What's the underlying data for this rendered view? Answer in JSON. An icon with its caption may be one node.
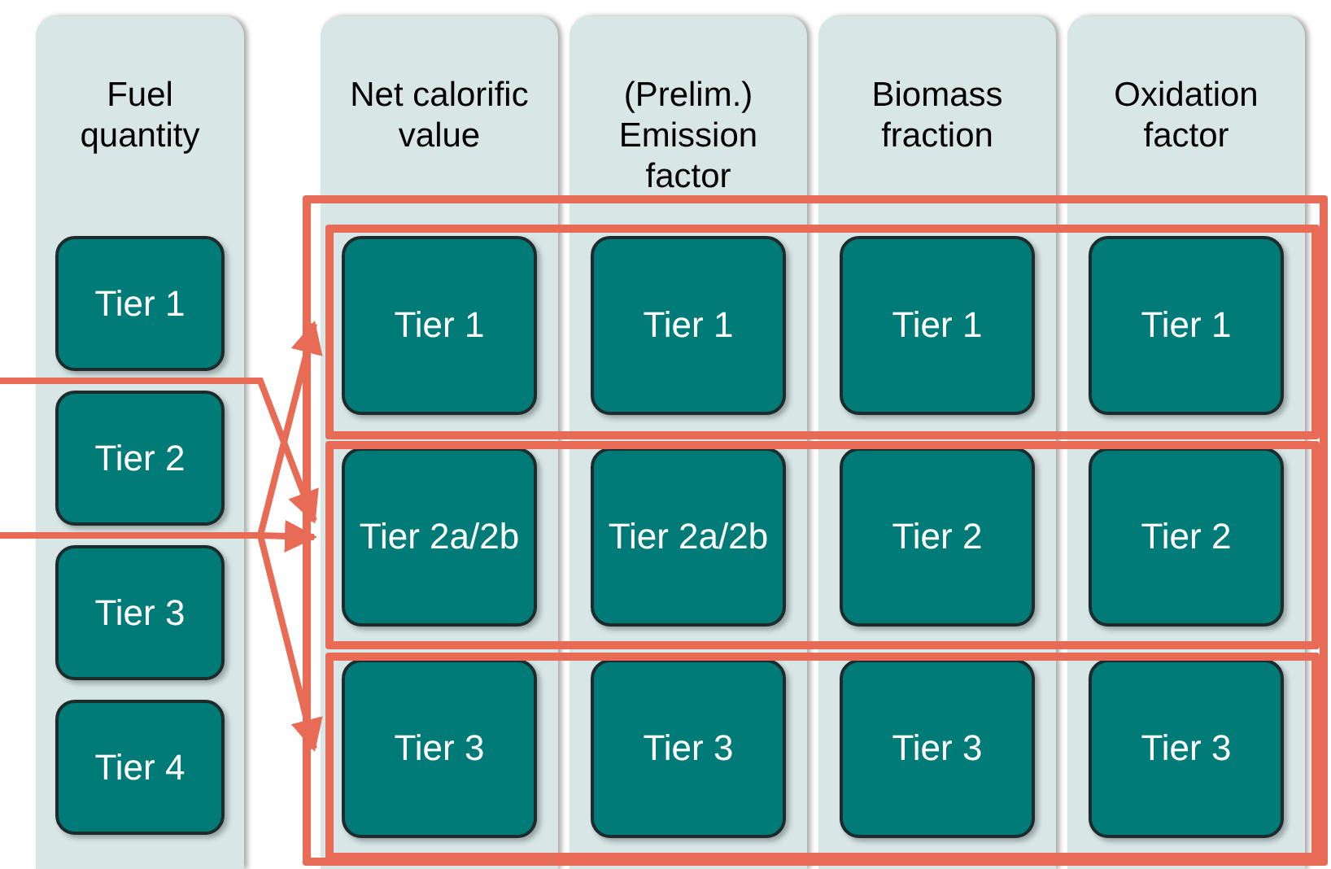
{
  "diagram": {
    "nodes": [
      {
        "text": [
          "Fuel quantity"
        ]
      },
      {
        "text": [
          "Tier 1"
        ],
        "in": 0
      },
      {
        "text": [
          "Tier 2"
        ],
        "in": 0
      },
      {
        "text": [
          "Tier 3"
        ],
        "in": 0
      },
      {
        "text": [
          "Tier 4"
        ],
        "in": 0
      },
      {
        "text": [
          "Net calorific value"
        ]
      },
      {
        "text": [
          "Tier 1"
        ]
      },
      {
        "text": [
          "Tier 2a/2b"
        ]
      },
      {
        "text": [
          "Tier 3"
        ]
      },
      {
        "text": [
          "(Prelim.) Emission factor"
        ]
      },
      {
        "text": [
          "Tier 1"
        ]
      },
      {
        "text": [
          "Tier 2a/2b"
        ]
      },
      {
        "text": [
          "Tier 3"
        ]
      },
      {
        "text": [
          "Biomass fraction"
        ]
      },
      {
        "text": [
          "Tier 1"
        ]
      },
      {
        "text": [
          "Tier 2"
        ]
      },
      {
        "text": [
          "Tier 3"
        ]
      },
      {
        "text": [
          "Oxidation factor"
        ]
      },
      {
        "text": [
          "Tier 1"
        ]
      },
      {
        "text": [
          "Tier 2"
        ]
      },
      {
        "text": [
          "Tier 3"
        ]
      },
      {
        "text": [],
        "shape": "box"
      },
      {
        "text": [],
        "shape": "box",
        "in": 21
      },
      {
        "text": [],
        "shape": "box",
        "in": 21
      },
      {
        "text": [],
        "shape": "box",
        "in": 21
      }
    ],
    "edges": [
      {
        "from": null,
        "to": 23,
        "arrow": "to"
      },
      {
        "from": null,
        "to": 22,
        "arrow": "to"
      },
      {
        "from": null,
        "to": 23,
        "arrow": "to"
      },
      {
        "from": null,
        "to": 24,
        "arrow": "to"
      }
    ]
  }
}
